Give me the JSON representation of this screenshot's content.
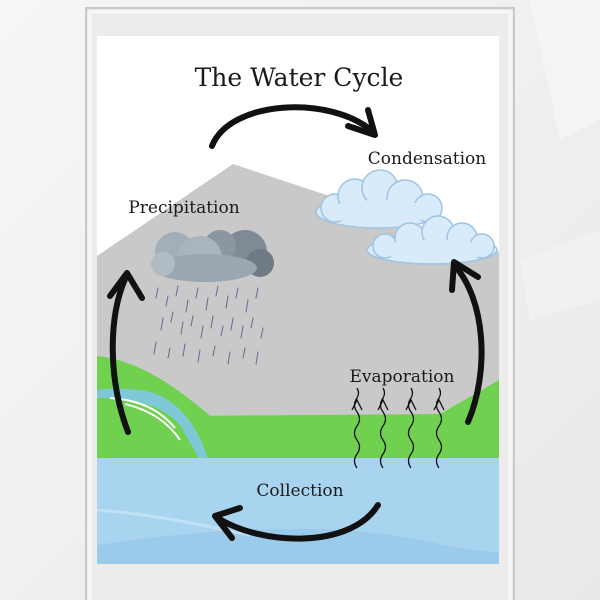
{
  "poster": {
    "title": "The Water Cycle",
    "stages": {
      "condensation": "Condensation",
      "precipitation": "Precipitation",
      "evaporation": "Evaporation",
      "collection": "Collection"
    }
  },
  "colors": {
    "wall": "#f2f2f2",
    "frame": "#dcdcdc",
    "paper": "#ffffff",
    "sky": "#e9ecef",
    "mountain": "#c9c9c9",
    "grass": "#6fd14f",
    "water": "#a9d4ef",
    "cloud": "#d7ebfb",
    "rain_cloud": "#9aa6b0",
    "arrow": "#111111"
  }
}
